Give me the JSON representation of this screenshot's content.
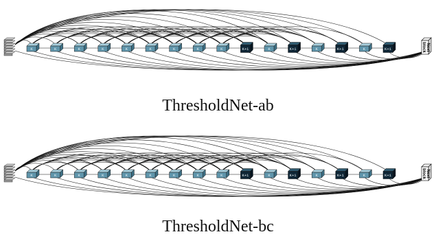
{
  "colors": {
    "light_block_top": "#a9d0de",
    "light_block_front": "#5f95ab",
    "light_block_side": "#3d6f84",
    "dark_block_top": "#2f5a70",
    "dark_block_front": "#0e2535",
    "dark_block_side": "#061520",
    "input_stack": "#9a9a9a",
    "edge": "#111111"
  },
  "diagrams": [
    {
      "id": "ab",
      "caption": "ThresholdNet-ab",
      "input_icon": "layer-stack-icon",
      "block_labels": [
        "K",
        "K",
        "K",
        "K",
        "K",
        "K",
        "K",
        "K",
        "K",
        "K+1",
        "K",
        "K+1",
        "K",
        "K+1",
        "K",
        "K+1"
      ],
      "block_dark": [
        false,
        false,
        false,
        false,
        false,
        false,
        false,
        false,
        false,
        true,
        false,
        true,
        false,
        true,
        false,
        true
      ],
      "next_block_label": [
        "Next",
        "block"
      ]
    },
    {
      "id": "bc",
      "caption": "ThresholdNet-bc",
      "input_icon": "layer-stack-icon",
      "block_labels": [
        "K",
        "K",
        "K",
        "K",
        "K",
        "K",
        "K",
        "K",
        "K",
        "K+1",
        "K",
        "K+1",
        "K",
        "K+1",
        "K",
        "K+1"
      ],
      "block_dark": [
        false,
        false,
        false,
        false,
        false,
        false,
        false,
        false,
        false,
        true,
        false,
        true,
        false,
        true,
        false,
        true
      ],
      "next_block_label": [
        "Next",
        "block"
      ]
    }
  ]
}
